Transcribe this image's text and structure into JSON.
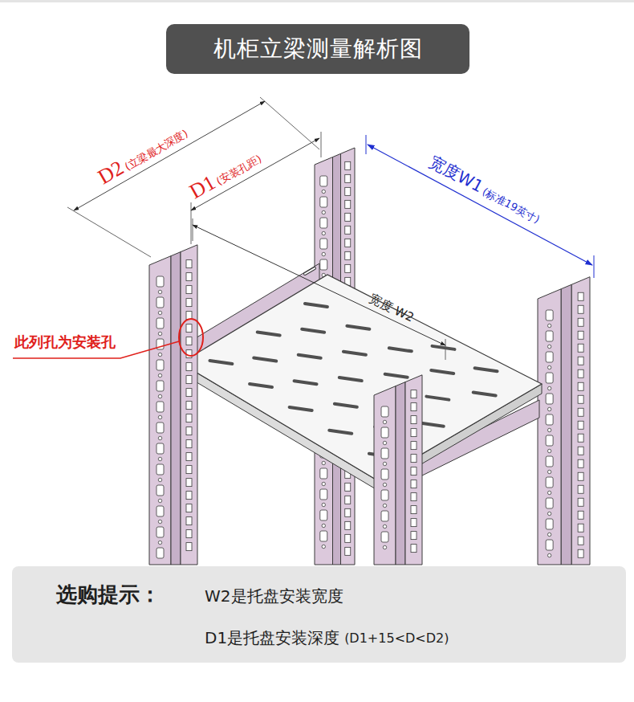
{
  "diagram": {
    "title": "机柜立梁测量解析图",
    "nodes": [
      {
        "text": [
          "选购提示：",
          "W2是托盘安装宽度",
          "D1是托盘安装深度",
          "(D1+15<D<D2)"
        ]
      }
    ],
    "labels": [
      "D2",
      "(立梁最大深度)",
      "D1",
      "(安装孔距)",
      "宽度W1",
      "(标准19英寸)",
      "宽度 W2",
      "此列孔为安装孔"
    ]
  }
}
